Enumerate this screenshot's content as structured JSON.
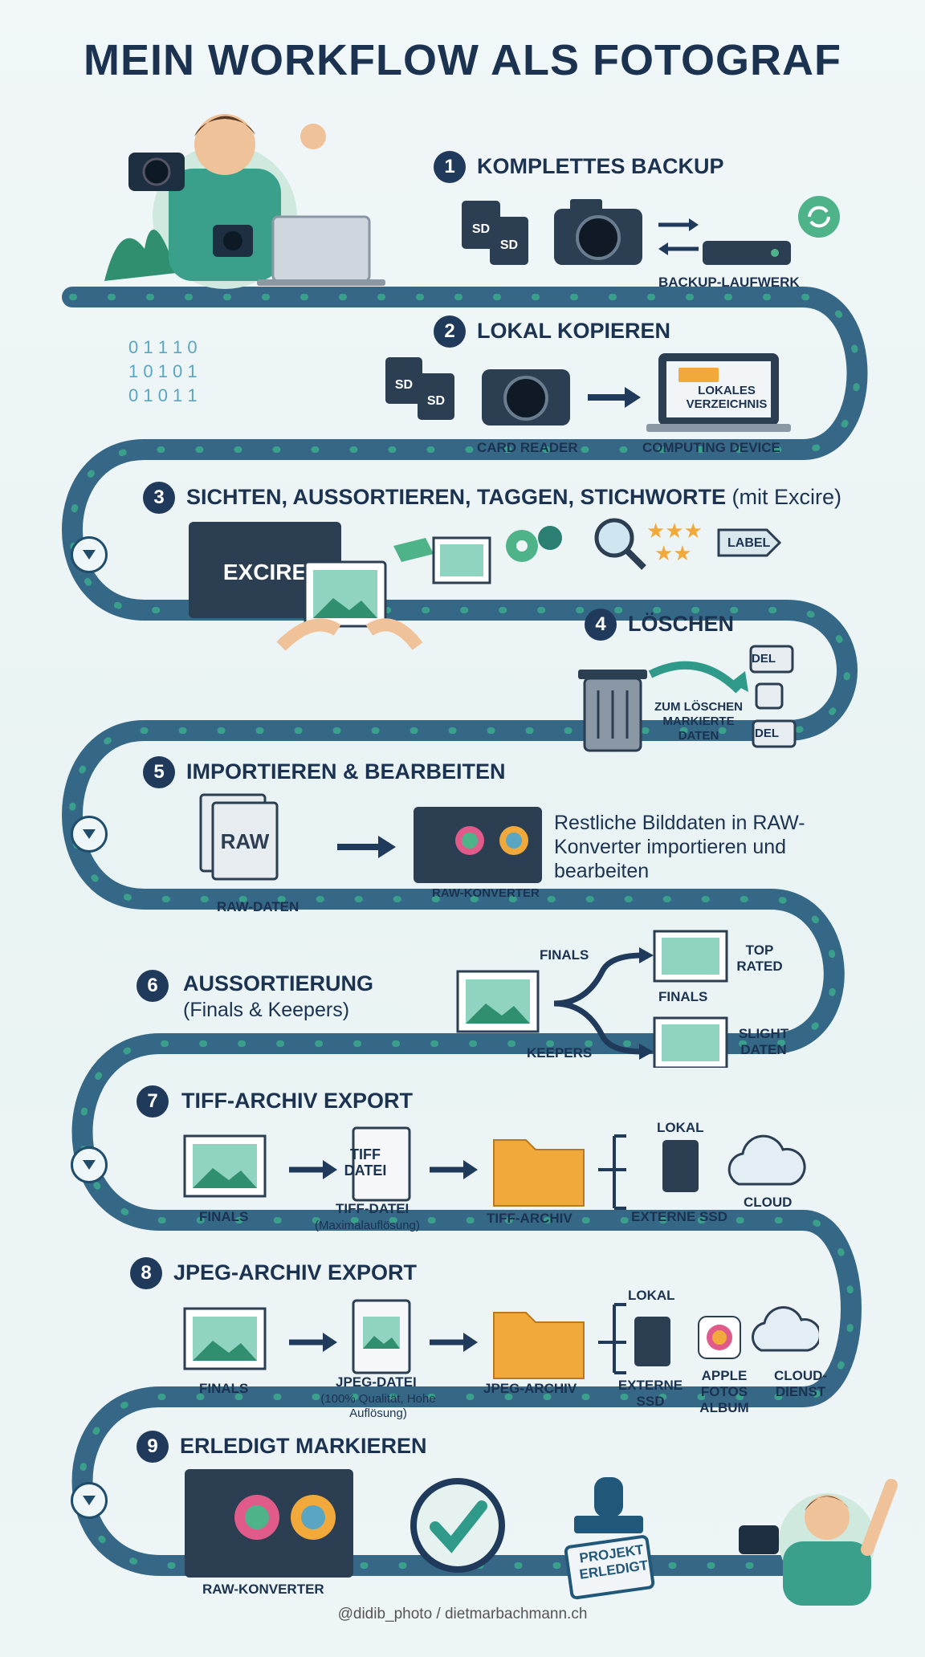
{
  "title": "MEIN WORKFLOW ALS FOTOGRAF",
  "credit": "@didib_photo / dietmarbachmann.ch",
  "colors": {
    "navy": "#1f3a5a",
    "teal": "#2f9a8a",
    "path": "#21587a",
    "folder": "#f2a93b",
    "green": "#4fb38a"
  },
  "steps": [
    {
      "number": "1",
      "title": "KOMPLETTES BACKUP",
      "labels": {
        "backup": "BACKUP-LAUFWERK",
        "sd": "SD"
      }
    },
    {
      "number": "2",
      "title": "LOKAL KOPIEREN",
      "labels": {
        "card_reader": "CARD READER",
        "computing": "COMPUTING DEVICE",
        "local_dir": "LOKALES VERZEICHNIS"
      }
    },
    {
      "number": "3",
      "title": "SICHTEN, AUSSORTIEREN, TAGGEN, STICHWORTE",
      "title_suffix": "(mit Excire)",
      "labels": {
        "excire": "EXCIRE",
        "label": "LABEL"
      }
    },
    {
      "number": "4",
      "title": "LÖSCHEN",
      "labels": {
        "marked": "ZUM LÖSCHEN MARKIERTE DATEN",
        "del": "DEL"
      }
    },
    {
      "number": "5",
      "title": "IMPORTIEREN & BEARBEITEN",
      "labels": {
        "raw_data": "RAW-DATEN",
        "raw": "RAW",
        "converter": "RAW-KONVERTER"
      },
      "description": "Restliche Bilddaten in RAW-Konverter importieren und bearbeiten"
    },
    {
      "number": "6",
      "title": "AUSSORTIERUNG",
      "subtitle": "(Finals & Keepers)",
      "labels": {
        "finals": "FINALS",
        "keepers": "KEEPERS",
        "top_rated": "TOP RATED",
        "finals_out": "FINALS",
        "slight_daten": "SLIGHT DATEN"
      }
    },
    {
      "number": "7",
      "title": "TIFF-ARCHIV EXPORT",
      "labels": {
        "finals": "FINALS",
        "tiff_file": "TIFF-DATEI",
        "tiff_file_sub": "(Maximalauflösung)",
        "tiff_archive": "TIFF-ARCHIV",
        "tiff_doc": "TIFF DATEI",
        "local": "LOKAL",
        "external": "EXTERNE SSD",
        "cloud": "CLOUD"
      }
    },
    {
      "number": "8",
      "title": "JPEG-ARCHIV EXPORT",
      "labels": {
        "finals": "FINALS",
        "jpeg_file": "JPEG-DATEI",
        "jpeg_file_sub": "(100% Qualität, Hohe Auflösung)",
        "jpeg_archive": "JPEG-ARCHIV",
        "local": "LOKAL",
        "external": "EXTERNE SSD",
        "apple": "APPLE FOTOS ALBUM",
        "cloud": "CLOUD-DIENST"
      }
    },
    {
      "number": "9",
      "title": "ERLEDIGT MARKIEREN",
      "labels": {
        "converter": "RAW-KONVERTER",
        "stamp": "PROJEKT ERLEDIGT"
      }
    }
  ]
}
